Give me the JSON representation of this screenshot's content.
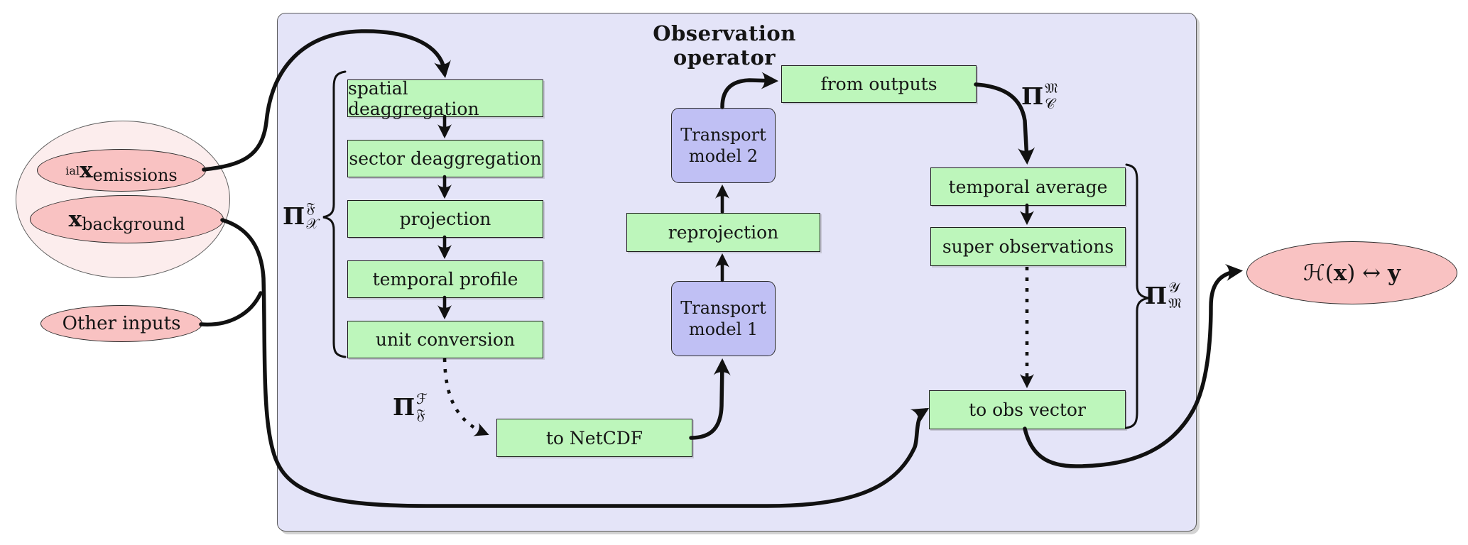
{
  "title": "Observation operator",
  "colors": {
    "panel_bg": "#E4E4F8",
    "process_box_green": "#BDF6BB",
    "transport_box_purple": "#C0C0F4",
    "input_ellipse_pink": "#F9C2C2",
    "input_group_ellipse": "#FCEDED",
    "edge_black": "#111111"
  },
  "inputs": {
    "emissions": {
      "x": "x",
      "sub": "emissions"
    },
    "background": {
      "x": "x",
      "sub": "background"
    },
    "other": "Other inputs"
  },
  "preprocessing_steps": [
    "spatial deaggregation",
    "sector deaggregation",
    "projection",
    "temporal profile",
    "unit conversion"
  ],
  "netcdf_label": "to NetCDF",
  "transport_model_1": {
    "line1": "Transport",
    "line2": "model 1"
  },
  "transport_model_2": {
    "line1": "Transport",
    "line2": "model 2"
  },
  "reprojection_label": "reprojection",
  "from_outputs_label": "from outputs",
  "post_steps": [
    "temporal average",
    "super observations"
  ],
  "obs_vector_label": "to obs vector",
  "operators": {
    "pi_F_X": {
      "pi": "Π",
      "sup": "𝔉",
      "sub": "𝒳"
    },
    "pi_Fc_Ff": {
      "pi": "Π",
      "sup": "ℱ",
      "sub": "𝔉"
    },
    "pi_M_C": {
      "pi": "Π",
      "sup": "𝔐",
      "sub": "𝒞"
    },
    "pi_Y_M": {
      "pi": "Π",
      "sup": "𝒴",
      "sub": "𝔐"
    }
  },
  "output": {
    "prefix": "ℋ(",
    "x": "x",
    "mid": ") ↔ ",
    "y": "y"
  }
}
